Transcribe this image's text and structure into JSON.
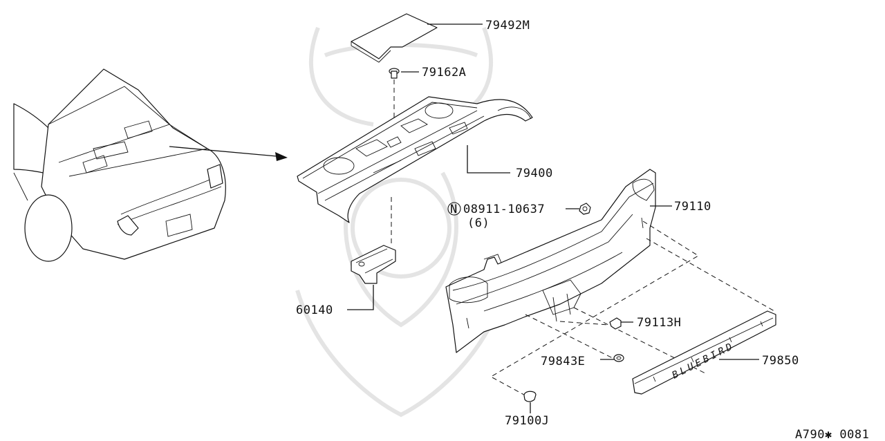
{
  "diagram_id": "A790✱ 0081",
  "parts": [
    {
      "number": "79492M"
    },
    {
      "number": "79162A"
    },
    {
      "number": "79400"
    },
    {
      "number": "08911-10637",
      "prefix": "N",
      "qty": "(6)"
    },
    {
      "number": "79110"
    },
    {
      "number": "60140"
    },
    {
      "number": "79113H"
    },
    {
      "number": "79843E"
    },
    {
      "number": "79850"
    },
    {
      "number": "79100J"
    }
  ],
  "emblem_text": "BLUEBIRD",
  "colors": {
    "line": "#111111",
    "background": "#ffffff",
    "watermark": "#e4e4e4"
  }
}
